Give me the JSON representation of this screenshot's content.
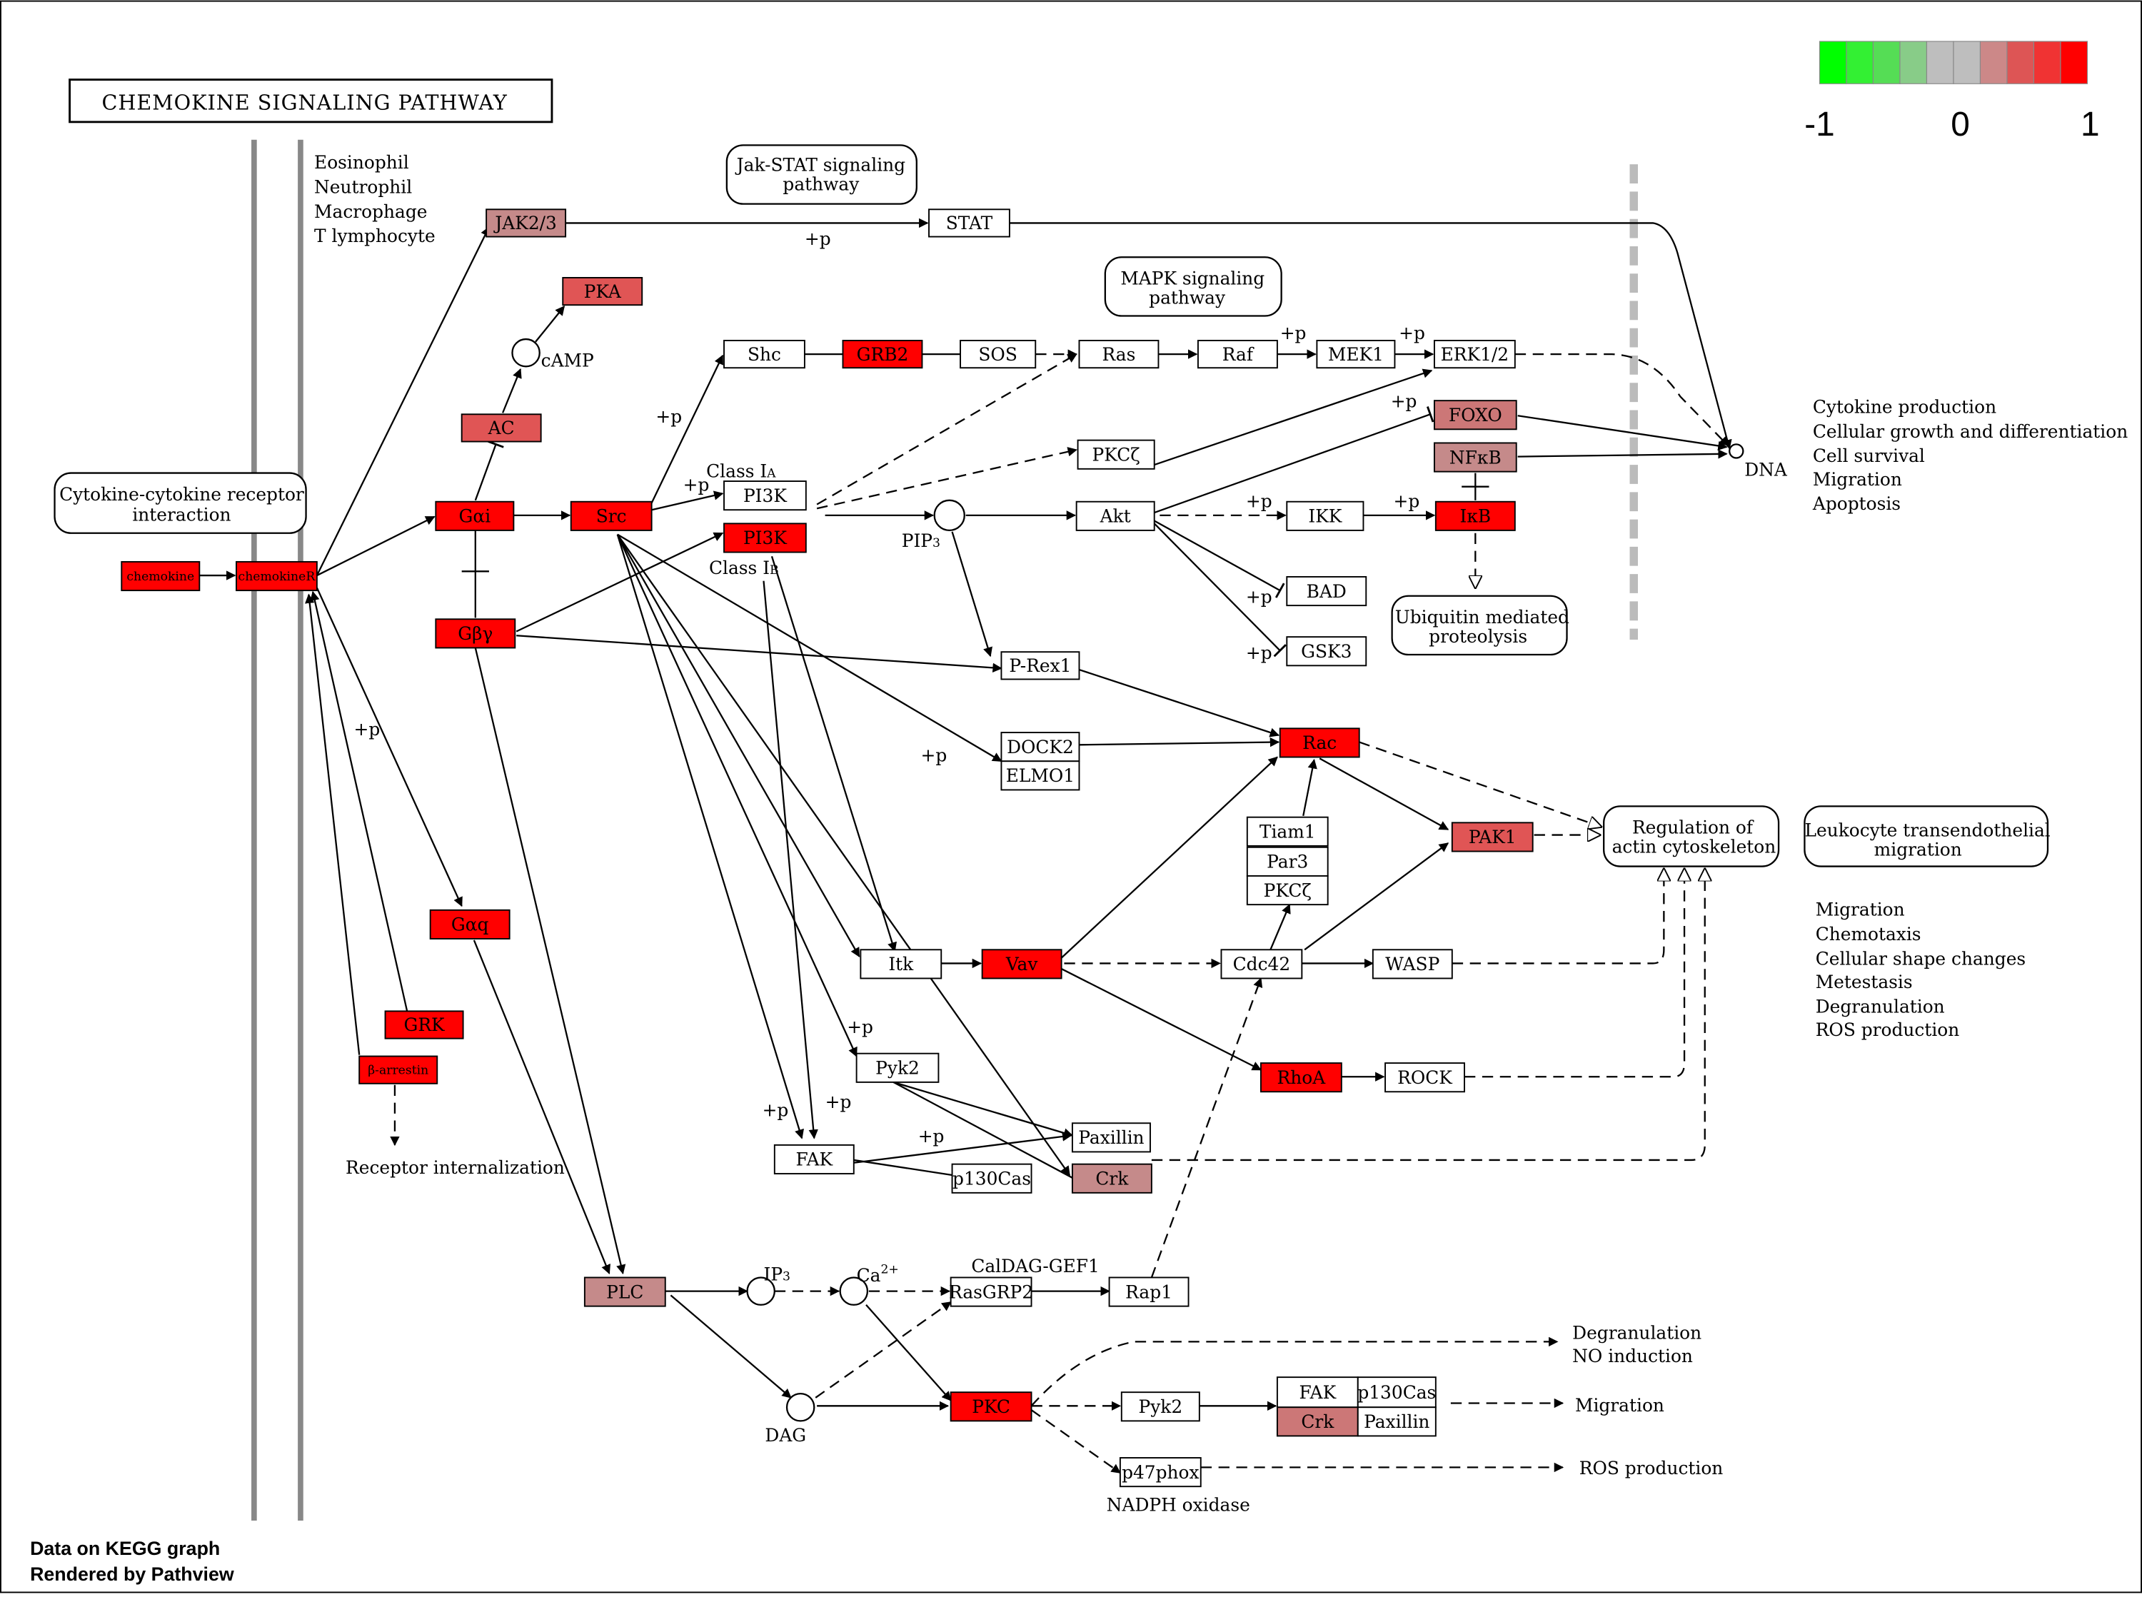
{
  "title": "CHEMOKINE SIGNALING PATHWAY",
  "legend": {
    "min_label": "-1",
    "mid_label": "0",
    "max_label": "1",
    "colors": [
      "#00ff00",
      "#33f033",
      "#55dd55",
      "#88cc88",
      "#bebebe",
      "#bebebe",
      "#cc8888",
      "#dd5555",
      "#f03333",
      "#ff0000"
    ]
  },
  "colors": {
    "high": "#ff0000",
    "med_high": "#e05555",
    "medium": "#cc7777",
    "light": "#c58a8a",
    "none": "#ffffff",
    "membrane": "#888888",
    "nucleus": "#bbbbbb"
  },
  "cell_types": [
    "Eosinophil",
    "Neutrophil",
    "Macrophage",
    "T lymphocyte"
  ],
  "nodes": {
    "chemokine": "chemokine",
    "chemokine_r": "chemokineR",
    "jak": "JAK2/3",
    "stat": "STAT",
    "pka": "PKA",
    "ac": "AC",
    "gai": "Gαi",
    "gby": "Gβγ",
    "src": "Src",
    "shc": "Shc",
    "grb2": "GRB2",
    "sos": "SOS",
    "ras": "Ras",
    "raf": "Raf",
    "mek": "MEK1",
    "erk": "ERK1/2",
    "pkcz1": "PKCζ",
    "foxo": "FOXO",
    "nfkb": "NFκB",
    "pi3k_a": "PI3K",
    "pi3k_b": "PI3K",
    "akt": "Akt",
    "ikk": "IKK",
    "ikb": "IκB",
    "bad": "BAD",
    "gsk3": "GSK3",
    "prex1": "P-Rex1",
    "dock2": "DOCK2",
    "elmo1": "ELMO1",
    "rac": "Rac",
    "tiam1": "Tiam1",
    "par3": "Par3",
    "pkcz2": "PKCζ",
    "pak1": "PAK1",
    "gaq": "Gαq",
    "grk": "GRK",
    "barr": "β-arrestin",
    "itk": "Itk",
    "vav": "Vav",
    "cdc42": "Cdc42",
    "wasp": "WASP",
    "rhoa": "RhoA",
    "rock": "ROCK",
    "pyk2_a": "Pyk2",
    "paxillin_a": "Paxillin",
    "fak_a": "FAK",
    "p130_a": "p130Cas",
    "crk_a": "Crk",
    "plc": "PLC",
    "rasgrp2": "RasGRP2",
    "rap1": "Rap1",
    "pkc": "PKC",
    "pyk2_b": "Pyk2",
    "fak_b": "FAK",
    "p130_b": "p130Cas",
    "crk_b": "Crk",
    "paxillin_b": "Paxillin",
    "p47phox": "p47phox"
  },
  "pathway_links": {
    "jak_stat": [
      "Jak-STAT signaling",
      "pathway"
    ],
    "mapk": [
      "MAPK signaling",
      "pathway"
    ],
    "cytokine": [
      "Cytokine-cytokine receptor",
      "interaction"
    ],
    "ubiquitin": [
      "Ubiquitin mediated",
      "proteolysis"
    ],
    "actin": [
      "Regulation of",
      "actin cytoskeleton"
    ],
    "leukocyte": [
      "Leukocyte transendothelial",
      "migration"
    ]
  },
  "labels": {
    "camp": "cAMP",
    "pip3": "PIP",
    "pip3_sub": "3",
    "ip3": "IP",
    "ip3_sub": "3",
    "ca": "Ca",
    "ca_sup": "2+",
    "dag": "DAG",
    "dna": "DNA",
    "class_ia": "Class I",
    "class_ia_sub": "A",
    "class_ib": "Class I",
    "class_ib_sub": "B",
    "caldag": "CalDAG-GEF1",
    "nadph": "NADPH oxidase",
    "receptor_internalization": "Receptor internalization",
    "plus_p": "+p",
    "degranulation": "Degranulation",
    "no_induction": "NO induction",
    "migration_out": "Migration",
    "ros_out": "ROS production"
  },
  "outcomes_dna": [
    "Cytokine production",
    "Cellular growth and differentiation",
    "Cell survival",
    "Migration",
    "Apoptosis"
  ],
  "outcomes_actin": [
    "Migration",
    "Chemotaxis",
    "Cellular shape changes",
    "Metestasis",
    "Degranulation",
    "ROS production"
  ],
  "footer": [
    "Data on KEGG graph",
    "Rendered by Pathview"
  ]
}
